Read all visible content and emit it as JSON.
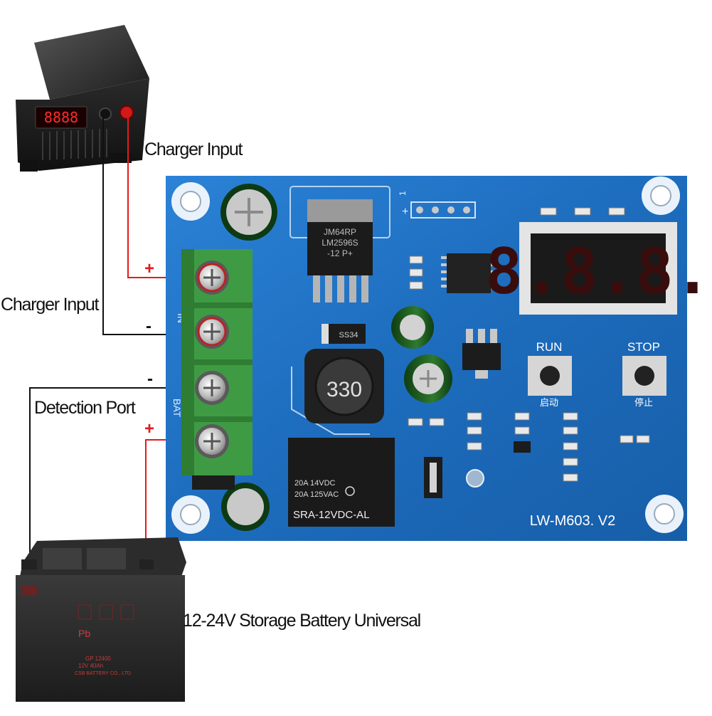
{
  "labels": {
    "charger_input_top": "Charger Input",
    "charger_input_left": "Charger Input",
    "detection_port": "Detection Port",
    "battery_caption": "12-24V Storage Battery Universal"
  },
  "polarity": {
    "in_plus": "+",
    "in_minus": "-",
    "bat_minus": "-",
    "bat_plus": "+"
  },
  "board": {
    "model": "LW-M603. V2",
    "run_label": "RUN",
    "stop_label": "STOP",
    "run_cn": "启动",
    "stop_cn": "停止",
    "display": "8.8.8.",
    "ic_line1": "JM64RP",
    "ic_line2": "LM2596S",
    "ic_line3": "-12  P+",
    "inductor": "330",
    "diode": "SS34",
    "relay_line1": "20A 14VDC",
    "relay_line2": "20A 125VAC",
    "relay_model": "SRA-12VDC-AL",
    "silk_in": "IN",
    "silk_bat": "BAT",
    "header_num": "1"
  },
  "battery": {
    "brand_text": "Pb",
    "model_text": "GP 12400",
    "spec_text": "12V 40Ah",
    "maker_text": "CSB BATTERY CO., LTD."
  },
  "charger": {
    "display": "8888"
  },
  "colors": {
    "pcb": "#1f6fc0",
    "terminal": "#3f9b43",
    "wire_red": "#e51a1a",
    "wire_black": "#111111"
  }
}
